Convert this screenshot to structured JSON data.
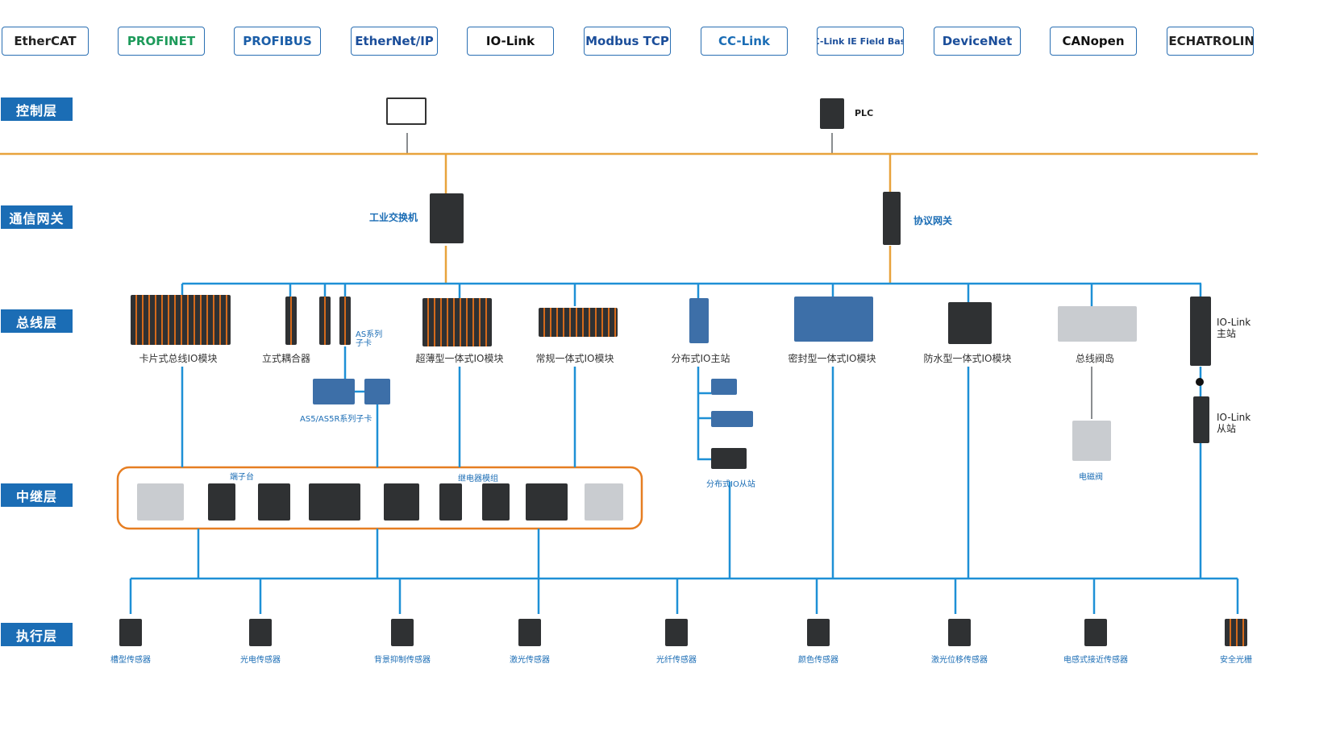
{
  "protocols": [
    "EtherCAT",
    "PROFINET",
    "PROFIBUS",
    "EtherNet/IP",
    "IO-Link",
    "Modbus TCP",
    "CC-Link",
    "CC-Link IE Field Basic",
    "DeviceNet",
    "CANopen",
    "MECHATROLINK"
  ],
  "layers": {
    "control": "控制层",
    "gateway": "通信网关",
    "bus": "总线层",
    "relay": "中继层",
    "actuator": "执行层"
  },
  "control": {
    "plc": "PLC"
  },
  "gateway": {
    "switch": "工业交换机",
    "protocol_gateway": "协议网关"
  },
  "bus": {
    "items": [
      "卡片式总线IO模块",
      "立式耦合器",
      "超薄型一体式IO模块",
      "常规一体式IO模块",
      "分布式IO主站",
      "密封型一体式IO模块",
      "防水型一体式IO模块",
      "总线阀岛"
    ],
    "as_card": "AS系列\n子卡",
    "as5_card": "AS5/AS5R系列子卡",
    "dist_slave": "分布式IO从站",
    "solenoid": "电磁阀",
    "iolink_master": "IO-Link\n主站",
    "iolink_slave": "IO-Link\n从站"
  },
  "relay": {
    "terminal": "端子台",
    "relay_module": "继电器模组"
  },
  "actuators": [
    "槽型传感器",
    "光电传感器",
    "背景抑制传感器",
    "激光传感器",
    "光纤传感器",
    "颜色传感器",
    "激光位移传感器",
    "电感式接近传感器",
    "安全光栅"
  ],
  "colors": {
    "layer": "#1b6db5",
    "bus_line": "#1e90d6",
    "ethernet_line": "#e8a33c",
    "relay_box": "#e67e22"
  }
}
